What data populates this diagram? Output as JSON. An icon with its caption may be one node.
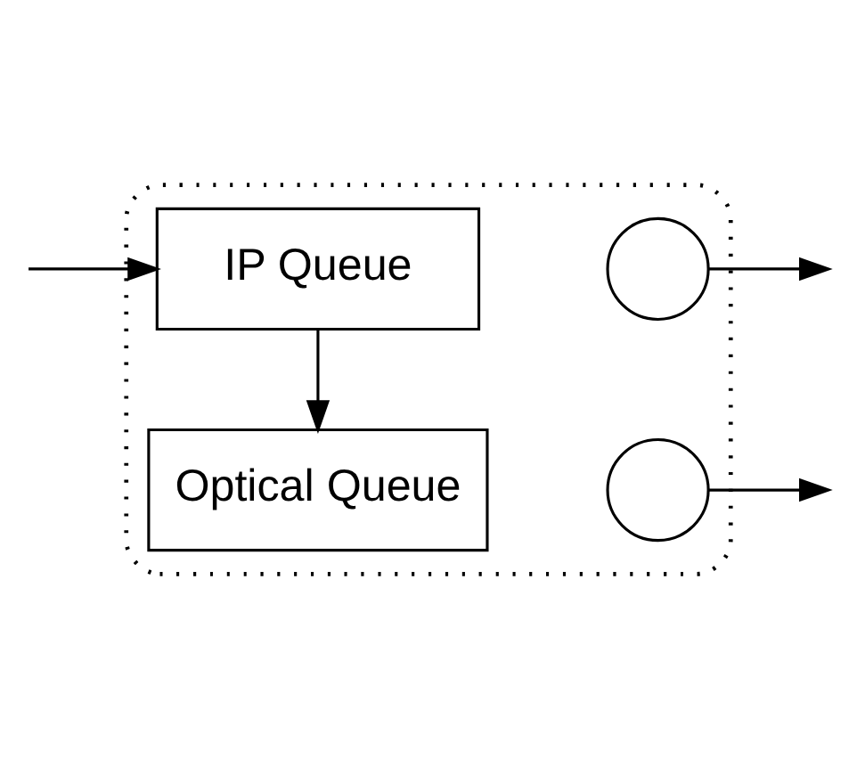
{
  "diagram": {
    "nodes": [
      {
        "text": [],
        "shape": "ellipse"
      },
      {
        "text": [
          "IP Queue"
        ],
        "in": 0
      },
      {
        "text": [],
        "shape": "circle",
        "in": 0
      },
      {
        "text": [
          "Optical Queue"
        ],
        "in": 0
      },
      {
        "text": [],
        "shape": "circle",
        "in": 0
      }
    ],
    "edges": [
      {
        "from": null,
        "to": 1,
        "arrow": "to"
      },
      {
        "from": 1,
        "to": 3,
        "arrow": "to"
      },
      {
        "from": 2,
        "to": null,
        "arrow": "to"
      },
      {
        "from": 4,
        "to": null,
        "arrow": "to"
      }
    ]
  }
}
